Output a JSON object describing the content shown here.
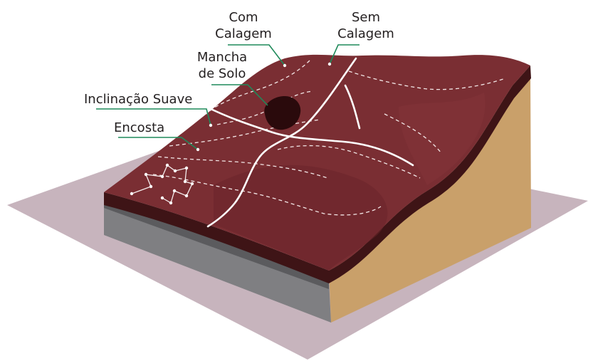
{
  "labels": {
    "com_calagem": [
      "Com",
      "Calagem"
    ],
    "sem_calagem": [
      "Sem",
      "Calagem"
    ],
    "mancha_solo": [
      "Mancha",
      "de Solo"
    ],
    "inclinacao_suave": "Inclinação Suave",
    "encosta": "Encosta"
  },
  "colors": {
    "ground_plane": "#c7b4bd",
    "terrain_top": "#7a2e33",
    "terrain_edge_dark": "#3e1416",
    "side_soil": "#c9a06a",
    "front_gray": "#7f7f82",
    "soil_patch": "#2a0a0c",
    "leader_line": "#1f8a5a",
    "lines": "#ffffff"
  }
}
